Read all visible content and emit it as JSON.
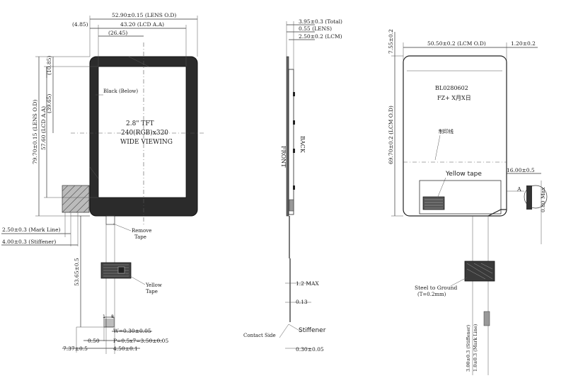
{
  "front_view": {
    "dims": {
      "lens_od_w": "52.90±0.15 (LENS O.D)",
      "lcd_aa_w": "43.20 (LCD A.A)",
      "off_485": "(4.85)",
      "off_2645": "(26.45)",
      "off_1085": "(10.85)",
      "off_3965": "(39.65)",
      "lens_od_h": "79.70±0.15 (LENS O.D)",
      "lcd_aa_h": "57.60 (LCD A.A)",
      "mark_line": "2.50±0.3 (Mark Line)",
      "stiffener": "4.00±0.3 (Stiffener)",
      "fpc_len": "53.65±0.5",
      "w030": "W=0.30±0.05",
      "p050": "0.50",
      "pitch": "P=0.5x7=3.50±0.05",
      "d737": "7.37±0.5",
      "d450": "4.50±0.1"
    },
    "labels": {
      "black_below": "Black (Below)",
      "panel_line1": "2.8\" TFT",
      "panel_line2": "240(RGB)x320",
      "panel_line3": "WIDE VIEWING",
      "remove_tape_1": "Remove",
      "remove_tape_2": "Tape",
      "yellow_tape_1": "Yellow",
      "yellow_tape_2": "Tape",
      "pin_1": "1",
      "pin_8": "8"
    }
  },
  "side_view": {
    "dims": {
      "total": "3.95±0.3 (Total)",
      "lens": "0.55 (LENS)",
      "lcm": "2.50±0.2 (LCM)",
      "max12": "1.2 MAX",
      "d013": "0.13",
      "d030": "0.30±0.05"
    },
    "labels": {
      "front": "FRONT",
      "back": "BACK",
      "contact_side": "Contact Side",
      "stiffener": "Stiffener"
    }
  },
  "back_view": {
    "dims": {
      "lcm_od_w": "50.50±0.2 (LCM O.D)",
      "d120": "1.20±0.2",
      "d755": "7.55±0.2",
      "lcm_od_h": "69.70±0.2 (LCM O.D)",
      "d1600": "16.00±0.5",
      "d080": "0.80 Max",
      "stiff": "3.00±0.3 (Stiffener)",
      "mark": "1.0±0.3 (Mark Line)"
    },
    "labels": {
      "model": "BL0280602",
      "date": "FZ+ X月X日",
      "cut_line": "制印线",
      "yellow_tape": "Yellow tape",
      "steel_1": "Steel to Ground",
      "steel_2": "(T=0.2mm)",
      "detail_a": "A"
    }
  }
}
